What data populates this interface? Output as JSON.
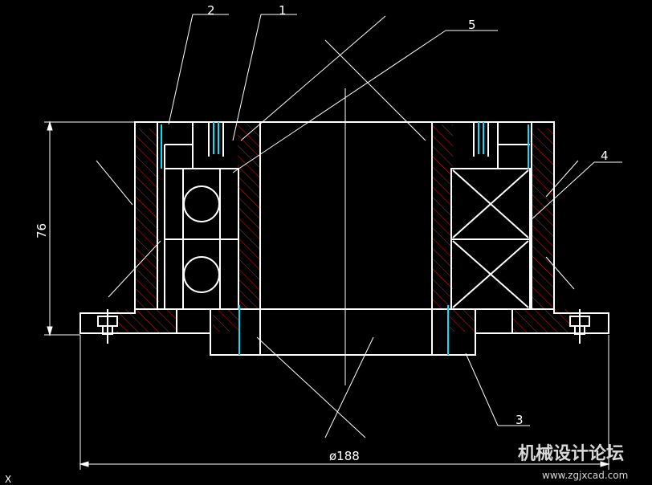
{
  "drawing": {
    "part_labels": [
      "1",
      "2",
      "3",
      "4",
      "5"
    ],
    "dimensions": {
      "height_value": "76",
      "diameter_value": "ø188"
    },
    "ucs_marker": "X",
    "watermark": {
      "title": "机械设计论坛",
      "url": "www.zgjxcad.com"
    }
  },
  "colors": {
    "background": "#000000",
    "outline": "#ffffff",
    "hatch": "#d02020",
    "accent_cyan": "#00e5ff"
  }
}
